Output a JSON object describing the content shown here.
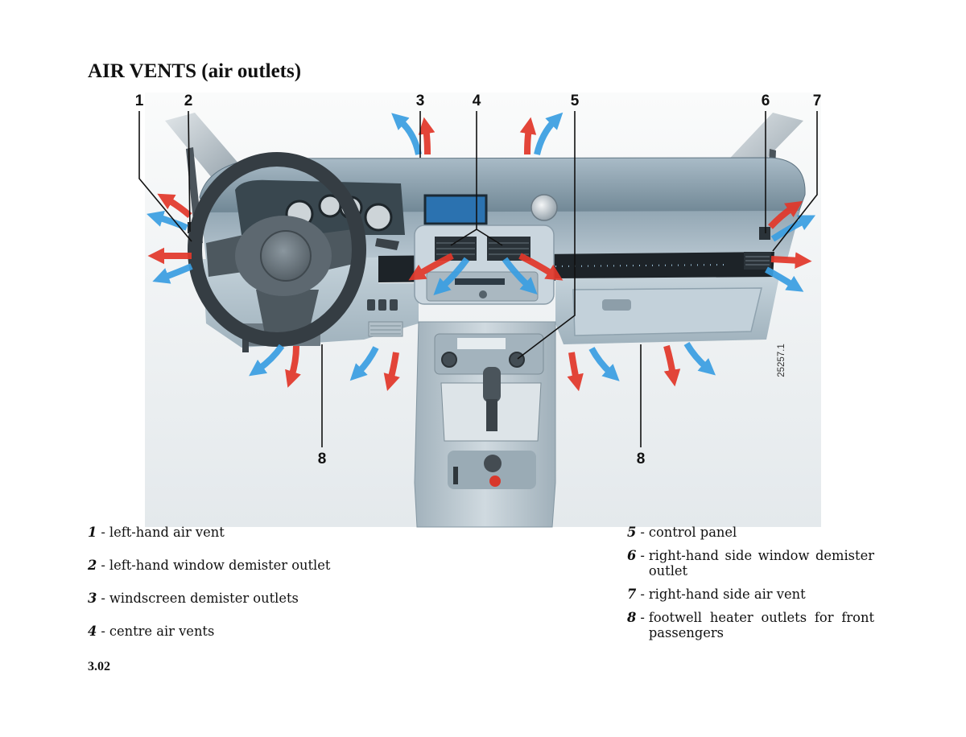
{
  "title": "AIR VENTS (air outlets)",
  "diagram": {
    "callouts_top": [
      "1",
      "2",
      "3",
      "4",
      "5",
      "6",
      "7"
    ],
    "callouts_bottom": [
      "8",
      "8"
    ],
    "figure_ref": "25257.1"
  },
  "legend": {
    "separator": "-",
    "left": [
      {
        "num": "1",
        "text": "left-hand air vent"
      },
      {
        "num": "2",
        "text": "left-hand window demister outlet"
      },
      {
        "num": "3",
        "text": "windscreen demister outlets"
      },
      {
        "num": "4",
        "text": "centre air vents"
      }
    ],
    "right": [
      {
        "num": "5",
        "text": "control panel"
      },
      {
        "num": "6",
        "text": "right-hand side window demister outlet"
      },
      {
        "num": "7",
        "text": "right-hand side air vent"
      },
      {
        "num": "8",
        "text": "footwell heater outlets for front passengers"
      }
    ]
  },
  "page_number": "3.02",
  "colors": {
    "warm_air": "#e2382b",
    "cool_air": "#3b9fe2"
  }
}
